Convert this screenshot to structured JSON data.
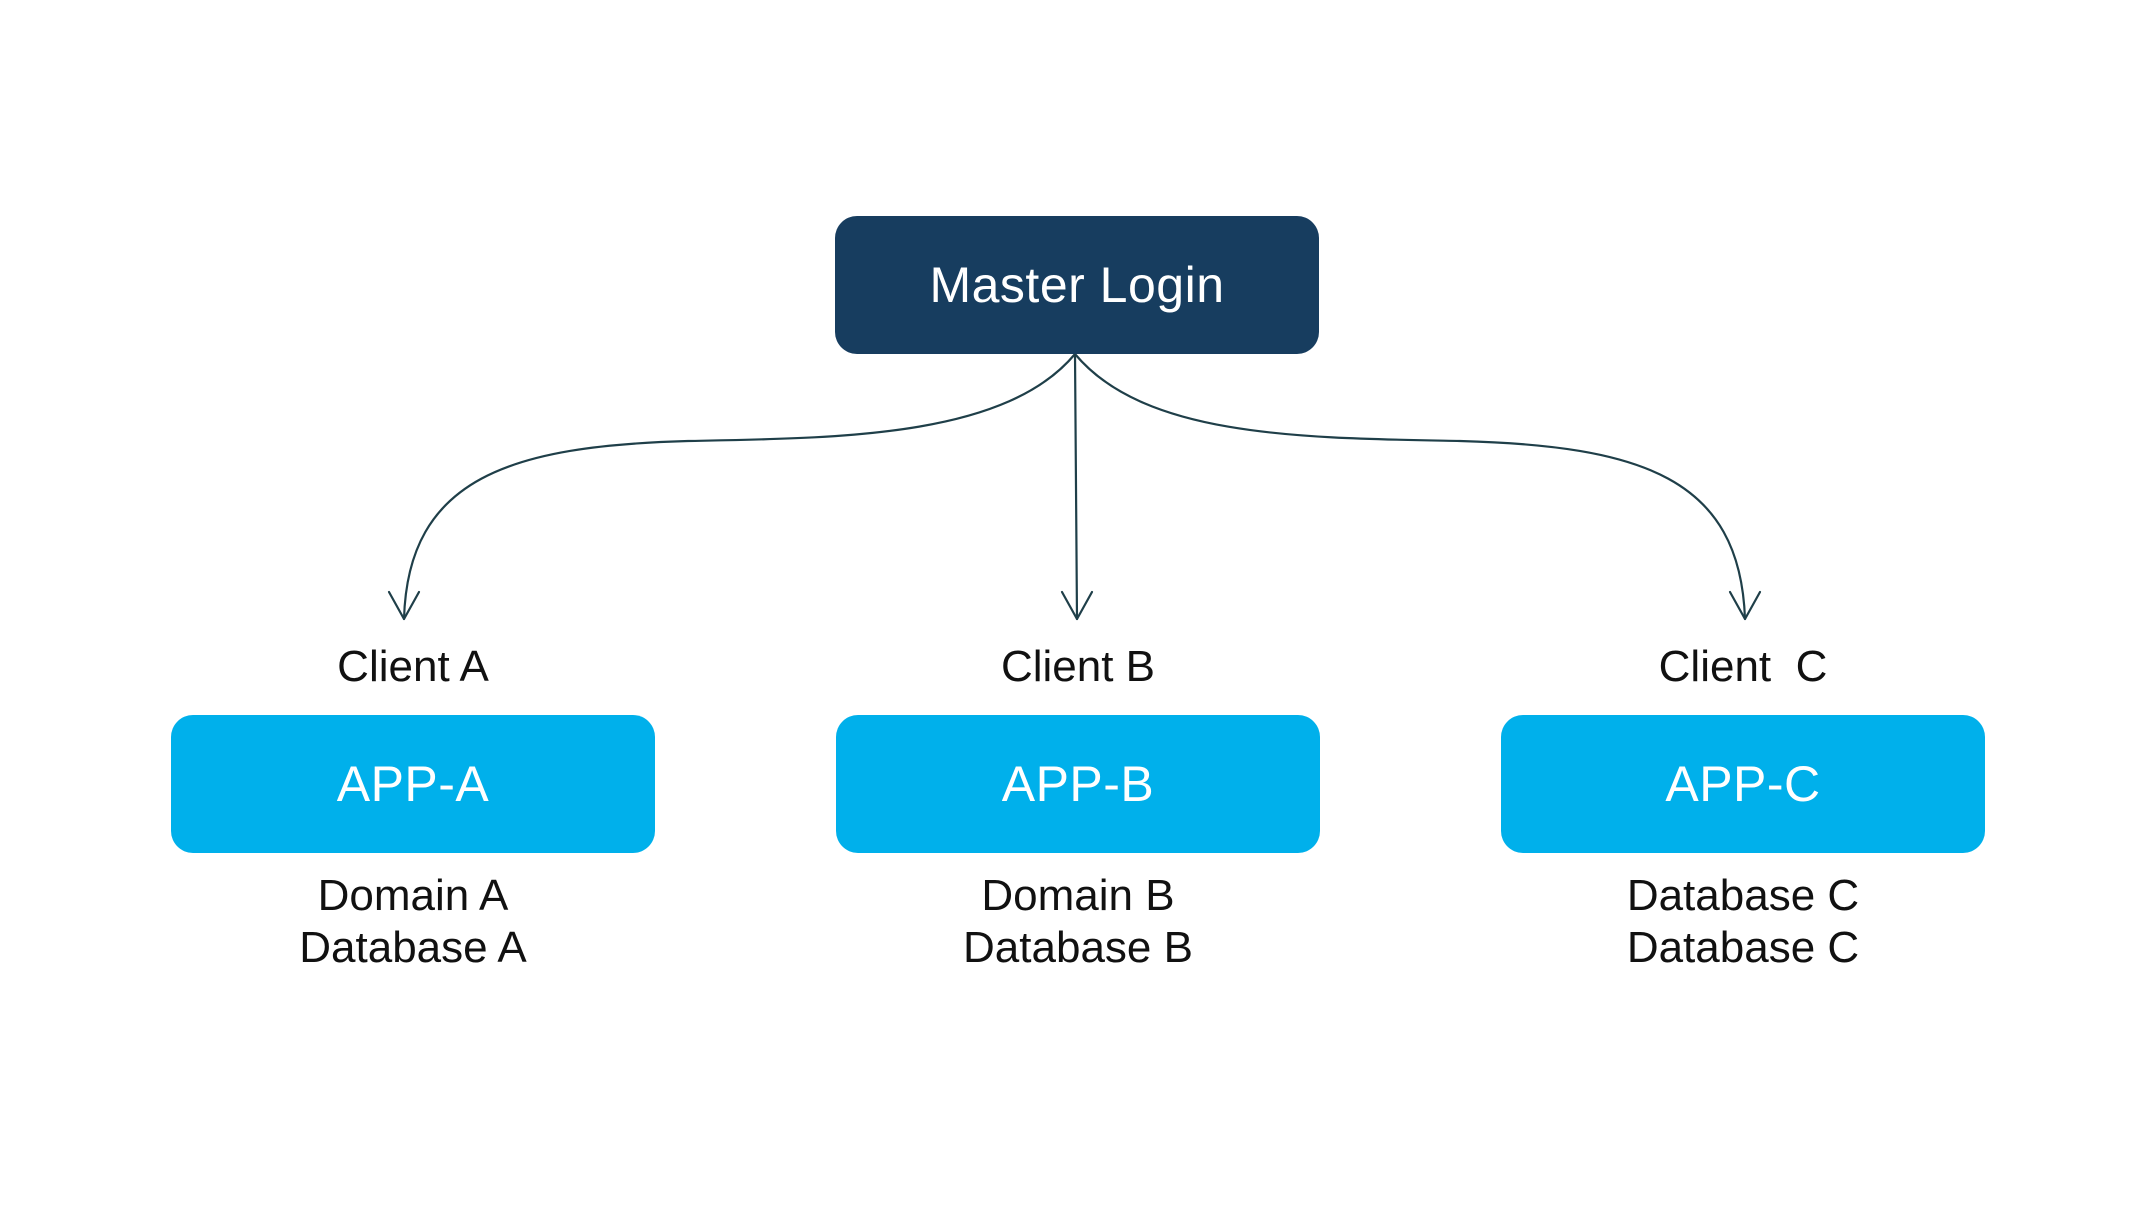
{
  "master": {
    "label": "Master Login"
  },
  "clients": [
    {
      "client_label": "Client A",
      "app_label": "APP-A",
      "details": [
        "Domain A",
        "Database A"
      ]
    },
    {
      "client_label": "Client B",
      "app_label": "APP-B",
      "details": [
        "Domain B",
        "Database B"
      ]
    },
    {
      "client_label": "Client  C",
      "app_label": "APP-C",
      "details": [
        "Database C",
        "Database C"
      ]
    }
  ],
  "colors": {
    "master_fill": "#173d5f",
    "app_fill": "#00b0eb",
    "connector": "#1f3f49",
    "text": "#111111"
  }
}
